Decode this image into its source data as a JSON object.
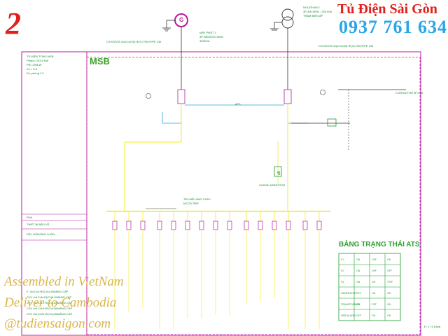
{
  "header": {
    "number": "2",
    "brand": "Tủ Điện Sài Gòn",
    "phone": "0937 761 634"
  },
  "panel": {
    "title": "MSB",
    "info_lines": [
      "TỦ ĐIỆN TỔNG MSB",
      "Pmax= 203.5 KW",
      "Ptt= 203KW",
      "Ks = 0.8",
      "Dự phòng 1.2"
    ]
  },
  "generator": {
    "symbol": "G",
    "lines": [
      "MÁY PHÁT 1",
      "3P-380/220V-50Hz",
      "300KVA"
    ],
    "cable": "CXV/DSTA 4x(1Cx240)+E(CV 95)+EPE 140"
  },
  "transformer": {
    "lines": [
      "NGUỒN 6KV",
      "3P-4W-50Hz - 320 kVA",
      "TRẠM BIẾN ÁP"
    ],
    "cable": "CXV/DSTA 4x(1Cx240)+E(CV 95)+EPE 140"
  },
  "labels": {
    "ats": "ATS",
    "contactor": "CONTACTOR 3P-40A",
    "surge_arrester": "SURGE ARRESTOR",
    "fire_signal": "TÍN HIỆU BÁO CHÁY",
    "mccb_trip": "MCCB TRIP",
    "scale": "E: 1 / 5 (Dwt)"
  },
  "title_block": {
    "rows": [
      "PHA",
      "THIẾT BỊ BẢO VỆ",
      "DÂY DẪN/ỐNG LUỒN"
    ]
  },
  "cables": [
    "F: 4x1Cx4+E(CV)4.0/MÁNG CÁP",
    "CXV 4x1Cx6+E(CV)6.0/MÁNG CÁP",
    "CXV 4x1Cx10+E(CV)10/MÁNG CÁP",
    "CXV 4x1Cx16+E(CV)16/MÁNG CÁP",
    "CXV 4x1Cx25+E(CV)25/MÁNG CÁP"
  ],
  "ats_table": {
    "title": "BẢNG TRẠNG THÁI ATS",
    "rows": [
      [
        "F1",
        "ON",
        "OFF",
        "ON"
      ],
      [
        "F2",
        "ON",
        "OFF",
        "OFF"
      ],
      [
        "F3",
        "ON",
        "ON",
        "TRIP"
      ],
      [
        "GENERATOR",
        "OFF",
        "ON",
        "ON"
      ],
      [
        "TRANSFORMER",
        "ON",
        "OFF",
        "ON"
      ],
      [
        "FIRE ALARM",
        "OFF",
        "ON",
        "ON"
      ]
    ]
  },
  "watermark": [
    "Assembled in VietNam",
    "Deliver to Cambodia",
    "@tudiensaigon.com"
  ],
  "colors": {
    "red": "#e0201c",
    "blue": "#2aa6e8",
    "busbar": "#f5f04a",
    "magenta": "#b5199b",
    "green": "#1a9b2e",
    "cyan": "#2da0d9",
    "watermark": "#d9b64a"
  }
}
